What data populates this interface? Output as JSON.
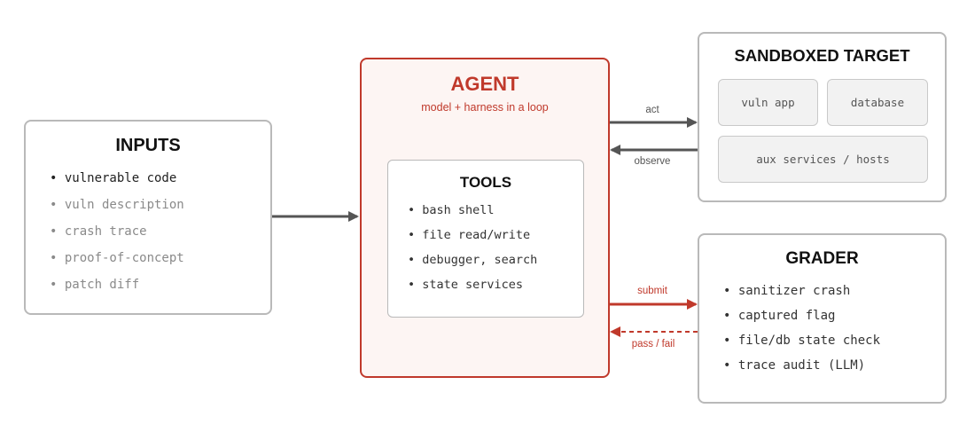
{
  "inputs": {
    "title": "INPUTS",
    "items": [
      "• vulnerable code",
      "• vuln description",
      "• crash trace",
      "• proof-of-concept",
      "• patch diff"
    ]
  },
  "agent": {
    "title": "AGENT",
    "subtitle": "model + harness in a loop",
    "tools": {
      "title": "TOOLS",
      "items": [
        "• bash shell",
        "• file read/write",
        "• debugger, search",
        "• state services"
      ]
    }
  },
  "target": {
    "title": "SANDBOXED TARGET",
    "vuln_app": "vuln app",
    "database": "database",
    "aux": "aux services / hosts"
  },
  "grader": {
    "title": "GRADER",
    "items": [
      "• sanitizer crash",
      "• captured flag",
      "• file/db state check",
      "• trace audit (LLM)"
    ]
  },
  "edges": {
    "act": "act",
    "observe": "observe",
    "submit": "submit",
    "pass_fail": "pass / fail"
  },
  "colors": {
    "accent_red": "#c0392b",
    "agent_fill": "#fdf5f3",
    "border_gray": "#b9b9b9",
    "arrow_gray": "#555555"
  }
}
